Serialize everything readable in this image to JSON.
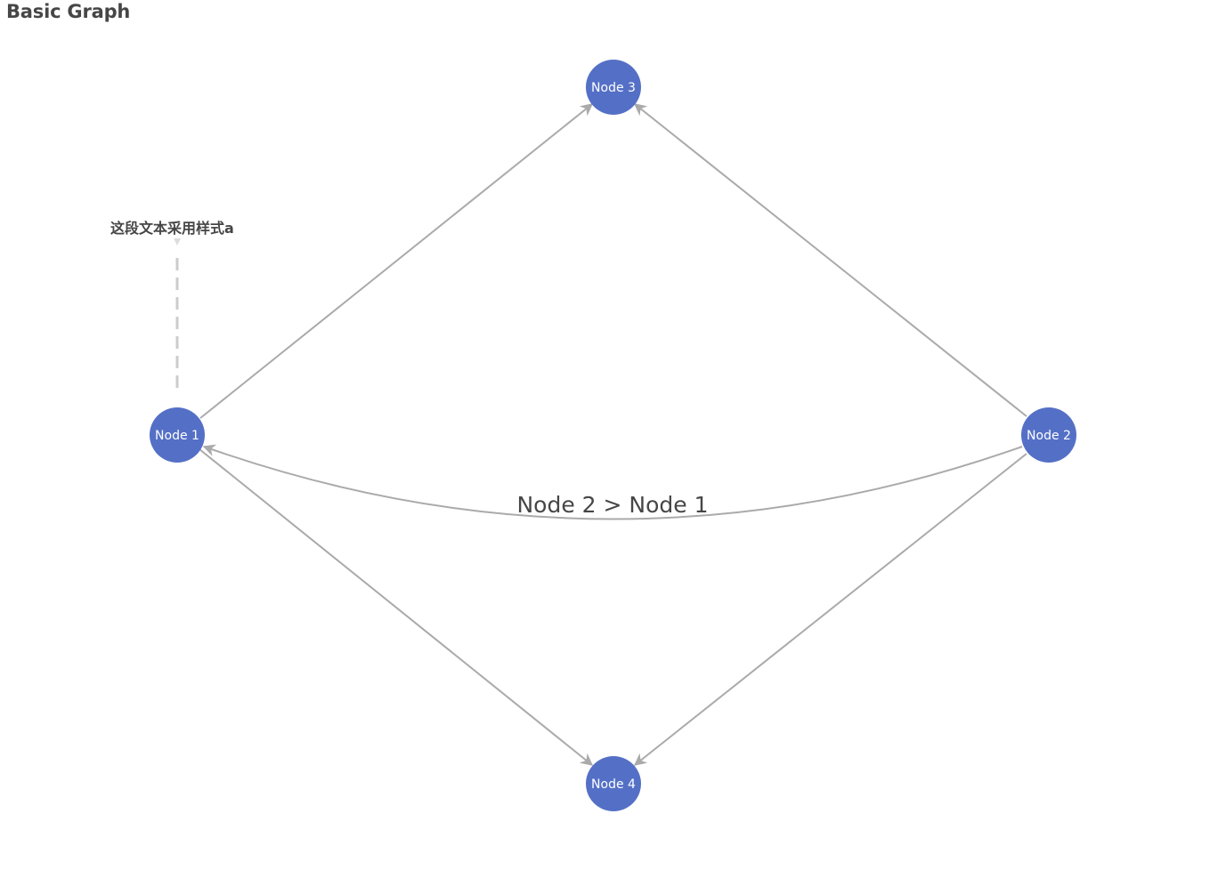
{
  "title": "Basic Graph",
  "graph": {
    "nodes": [
      {
        "id": "n1",
        "label": "Node 1"
      },
      {
        "id": "n2",
        "label": "Node 2"
      },
      {
        "id": "n3",
        "label": "Node 3"
      },
      {
        "id": "n4",
        "label": "Node 4"
      }
    ],
    "edges": [
      {
        "source": "n1",
        "target": "n3",
        "label": ""
      },
      {
        "source": "n2",
        "target": "n3",
        "label": ""
      },
      {
        "source": "n2",
        "target": "n4",
        "label": ""
      },
      {
        "source": "n1",
        "target": "n4",
        "label": ""
      },
      {
        "source": "n2",
        "target": "n1",
        "label": "Node 2 > Node 1"
      }
    ],
    "annotation": {
      "text": "这段文本采用样式a",
      "target": "n1"
    }
  },
  "colors": {
    "node": "#5470c6",
    "edge": "#aaaaaa",
    "text": "#464646"
  }
}
